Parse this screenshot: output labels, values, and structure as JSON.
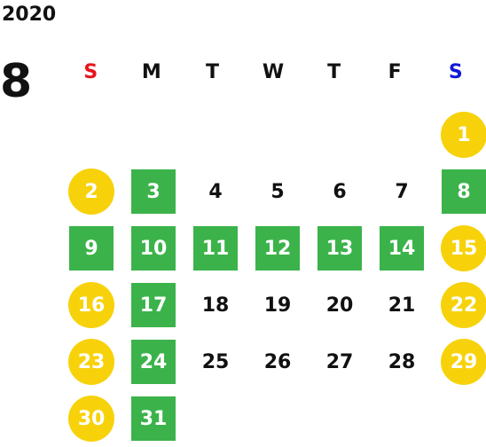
{
  "calendar": {
    "year": "2020",
    "month": "8",
    "weekdays": [
      {
        "label": "S",
        "color": "#e8141b"
      },
      {
        "label": "M",
        "color": "#111111"
      },
      {
        "label": "T",
        "color": "#111111"
      },
      {
        "label": "W",
        "color": "#111111"
      },
      {
        "label": "T",
        "color": "#111111"
      },
      {
        "label": "F",
        "color": "#111111"
      },
      {
        "label": "S",
        "color": "#1019d6"
      }
    ],
    "weeks": [
      [
        {
          "day": "",
          "type": "empty"
        },
        {
          "day": "",
          "type": "empty"
        },
        {
          "day": "",
          "type": "empty"
        },
        {
          "day": "",
          "type": "empty"
        },
        {
          "day": "",
          "type": "empty"
        },
        {
          "day": "",
          "type": "empty"
        },
        {
          "day": "1",
          "type": "weekend"
        }
      ],
      [
        {
          "day": "2",
          "type": "weekend"
        },
        {
          "day": "3",
          "type": "holiday"
        },
        {
          "day": "4",
          "type": "normal"
        },
        {
          "day": "5",
          "type": "normal"
        },
        {
          "day": "6",
          "type": "normal"
        },
        {
          "day": "7",
          "type": "normal"
        },
        {
          "day": "8",
          "type": "holiday"
        }
      ],
      [
        {
          "day": "9",
          "type": "holiday"
        },
        {
          "day": "10",
          "type": "holiday"
        },
        {
          "day": "11",
          "type": "holiday"
        },
        {
          "day": "12",
          "type": "holiday"
        },
        {
          "day": "13",
          "type": "holiday"
        },
        {
          "day": "14",
          "type": "holiday"
        },
        {
          "day": "15",
          "type": "weekend"
        }
      ],
      [
        {
          "day": "16",
          "type": "weekend"
        },
        {
          "day": "17",
          "type": "holiday"
        },
        {
          "day": "18",
          "type": "normal"
        },
        {
          "day": "19",
          "type": "normal"
        },
        {
          "day": "20",
          "type": "normal"
        },
        {
          "day": "21",
          "type": "normal"
        },
        {
          "day": "22",
          "type": "weekend"
        }
      ],
      [
        {
          "day": "23",
          "type": "weekend"
        },
        {
          "day": "24",
          "type": "holiday"
        },
        {
          "day": "25",
          "type": "normal"
        },
        {
          "day": "26",
          "type": "normal"
        },
        {
          "day": "27",
          "type": "normal"
        },
        {
          "day": "28",
          "type": "normal"
        },
        {
          "day": "29",
          "type": "weekend"
        }
      ],
      [
        {
          "day": "30",
          "type": "weekend"
        },
        {
          "day": "31",
          "type": "holiday"
        },
        {
          "day": "",
          "type": "empty"
        },
        {
          "day": "",
          "type": "empty"
        },
        {
          "day": "",
          "type": "empty"
        },
        {
          "day": "",
          "type": "empty"
        },
        {
          "day": "",
          "type": "empty"
        }
      ]
    ],
    "colors": {
      "holiday_fill": "#3bb34a",
      "weekend_fill": "#f7d20a",
      "sunday_label": "#e8141b",
      "saturday_label": "#1019d6"
    }
  }
}
